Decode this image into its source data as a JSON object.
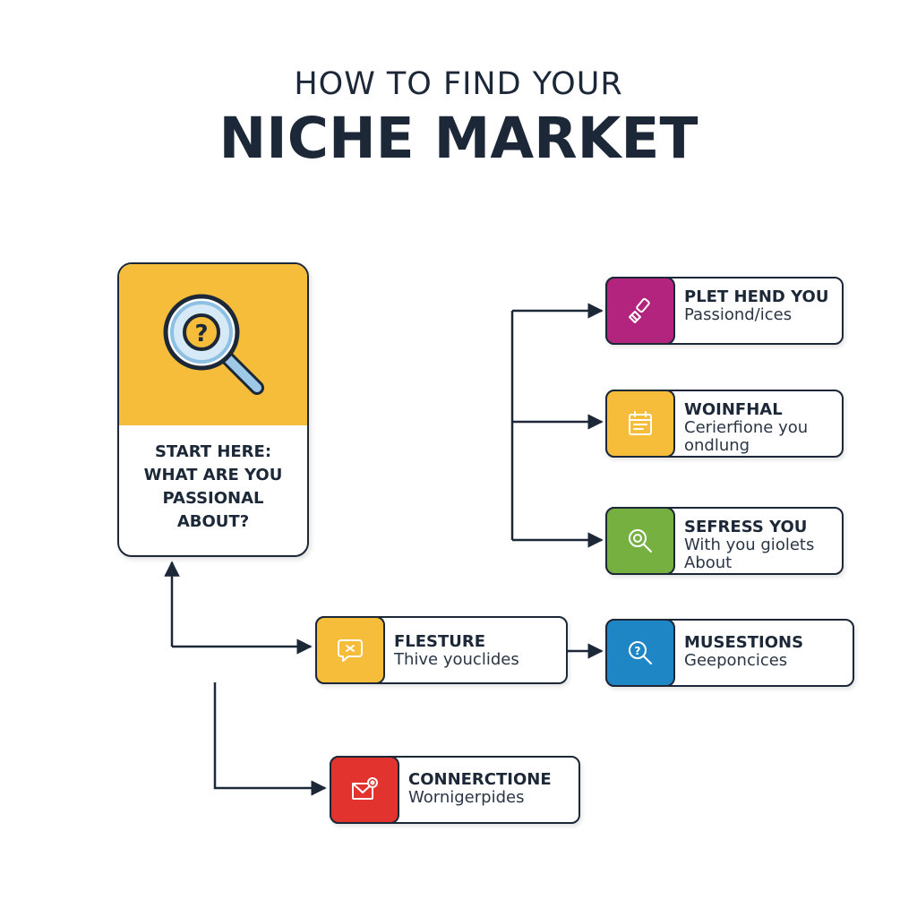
{
  "header": {
    "line1": "HOW TO FIND YOUR",
    "line2": "NICHE MARKET"
  },
  "start": {
    "lines": [
      "START HERE:",
      "WHAT ARE YOU",
      "PASSIONAL",
      "ABOUT?"
    ],
    "icon": "magnifier-question-icon",
    "color": "#f6bd3b"
  },
  "steps": [
    {
      "id": "plet",
      "title": "PLET HEND YOU",
      "lines": [
        "Passiond/ices"
      ],
      "icon": "brush-icon",
      "color": "#b2247e"
    },
    {
      "id": "woinfhal",
      "title": "WOINFHAL",
      "lines": [
        "Cerierfione you",
        "ondlung"
      ],
      "icon": "calendar-icon",
      "color": "#f6bd3b"
    },
    {
      "id": "sefress",
      "title": "SEFRESS YOU",
      "lines": [
        "With you giolets",
        "About"
      ],
      "icon": "search-icon",
      "color": "#76b041"
    },
    {
      "id": "flesture",
      "title": "FLESTURE",
      "lines": [
        "Thive youclides"
      ],
      "icon": "chat-bubble-icon",
      "color": "#f6bd3b"
    },
    {
      "id": "musestions",
      "title": "MUSESTIONS",
      "lines": [
        "Geeponcices"
      ],
      "icon": "magnifier-question-icon",
      "color": "#1f86c6"
    },
    {
      "id": "connerctione",
      "title": "CONNERCTIONE",
      "lines": [
        "Wornigerpides"
      ],
      "icon": "mail-icon",
      "color": "#e2332f"
    }
  ]
}
